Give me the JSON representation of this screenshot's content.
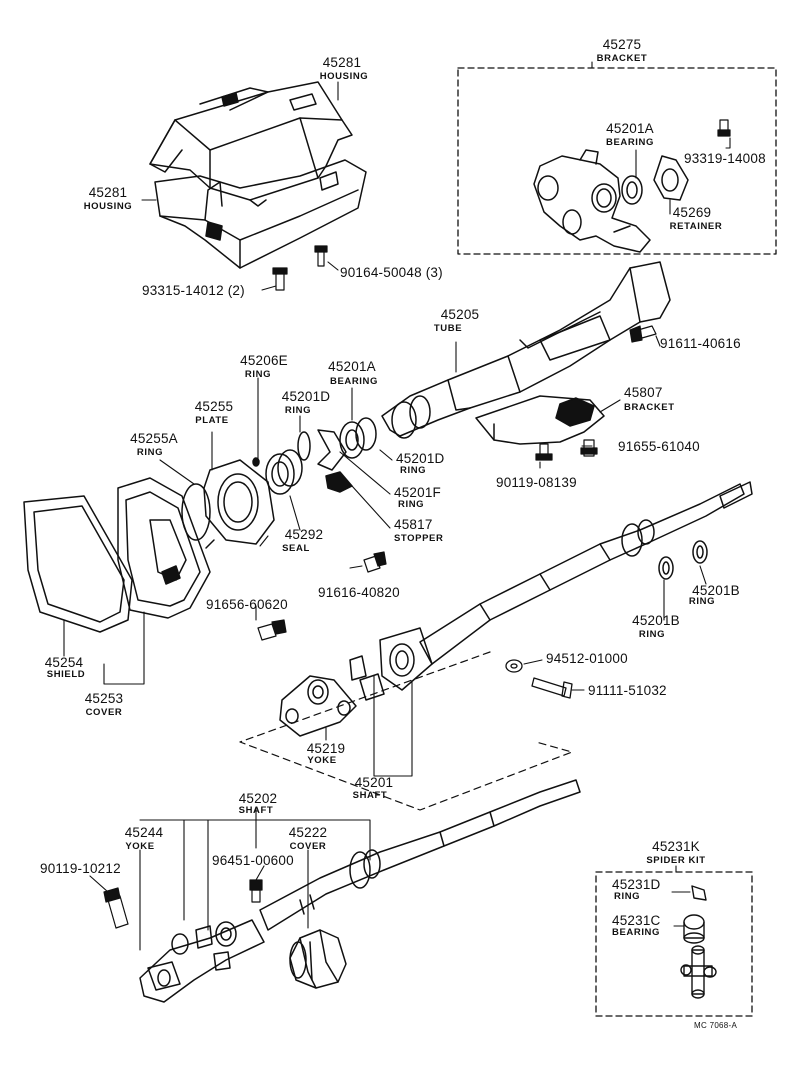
{
  "parts": {
    "p45275": {
      "number": "45275",
      "name": "BRACKET"
    },
    "p45281a": {
      "number": "45281",
      "name": "HOUSING"
    },
    "p45281b": {
      "number": "45281",
      "name": "HOUSING"
    },
    "p45201a_top": {
      "number": "45201A",
      "name": "BEARING"
    },
    "p93319": {
      "number": "93319-14008"
    },
    "p45269": {
      "number": "45269",
      "name": "RETAINER"
    },
    "p90164": {
      "number": "90164-50048 (3)"
    },
    "p93315": {
      "number": "93315-14012 (2)"
    },
    "p45205": {
      "number": "45205",
      "name": "TUBE"
    },
    "p91611": {
      "number": "91611-40616"
    },
    "p45206e": {
      "number": "45206E",
      "name": "RING"
    },
    "p45201a_mid": {
      "number": "45201A",
      "name": "BEARING"
    },
    "p45201d_a": {
      "number": "45201D",
      "name": "RING"
    },
    "p45255": {
      "number": "45255",
      "name": "PLATE"
    },
    "p45807": {
      "number": "45807",
      "name": "BRACKET"
    },
    "p45255a": {
      "number": "45255A",
      "name": "RING"
    },
    "p45201d_b": {
      "number": "45201D",
      "name": "RING"
    },
    "p91655": {
      "number": "91655-61040"
    },
    "p90119_08139": {
      "number": "90119-08139"
    },
    "p45201f": {
      "number": "45201F",
      "name": "RING"
    },
    "p45817": {
      "number": "45817",
      "name": "STOPPER"
    },
    "p45292": {
      "number": "45292",
      "name": "SEAL"
    },
    "p91616": {
      "number": "91616-40820"
    },
    "p91656": {
      "number": "91656-60620"
    },
    "p45201b_a": {
      "number": "45201B",
      "name": "RING"
    },
    "p45201b_b": {
      "number": "45201B",
      "name": "RING"
    },
    "p45254": {
      "number": "45254",
      "name": "SHIELD"
    },
    "p45253": {
      "number": "45253",
      "name": "COVER"
    },
    "p94512": {
      "number": "94512-01000"
    },
    "p91111": {
      "number": "91111-51032"
    },
    "p45219": {
      "number": "45219",
      "name": "YOKE"
    },
    "p45201": {
      "number": "45201",
      "name": "SHAFT"
    },
    "p45202": {
      "number": "45202",
      "name": "SHAFT"
    },
    "p45244": {
      "number": "45244",
      "name": "YOKE"
    },
    "p45222": {
      "number": "45222",
      "name": "COVER"
    },
    "p96451": {
      "number": "96451-00600"
    },
    "p90119_10212": {
      "number": "90119-10212"
    },
    "p45231k": {
      "number": "45231K",
      "name": "SPIDER KIT"
    },
    "p45231d": {
      "number": "45231D",
      "name": "RING"
    },
    "p45231c": {
      "number": "45231C",
      "name": "BEARING"
    }
  },
  "drawing_code": "MC 7068-A"
}
